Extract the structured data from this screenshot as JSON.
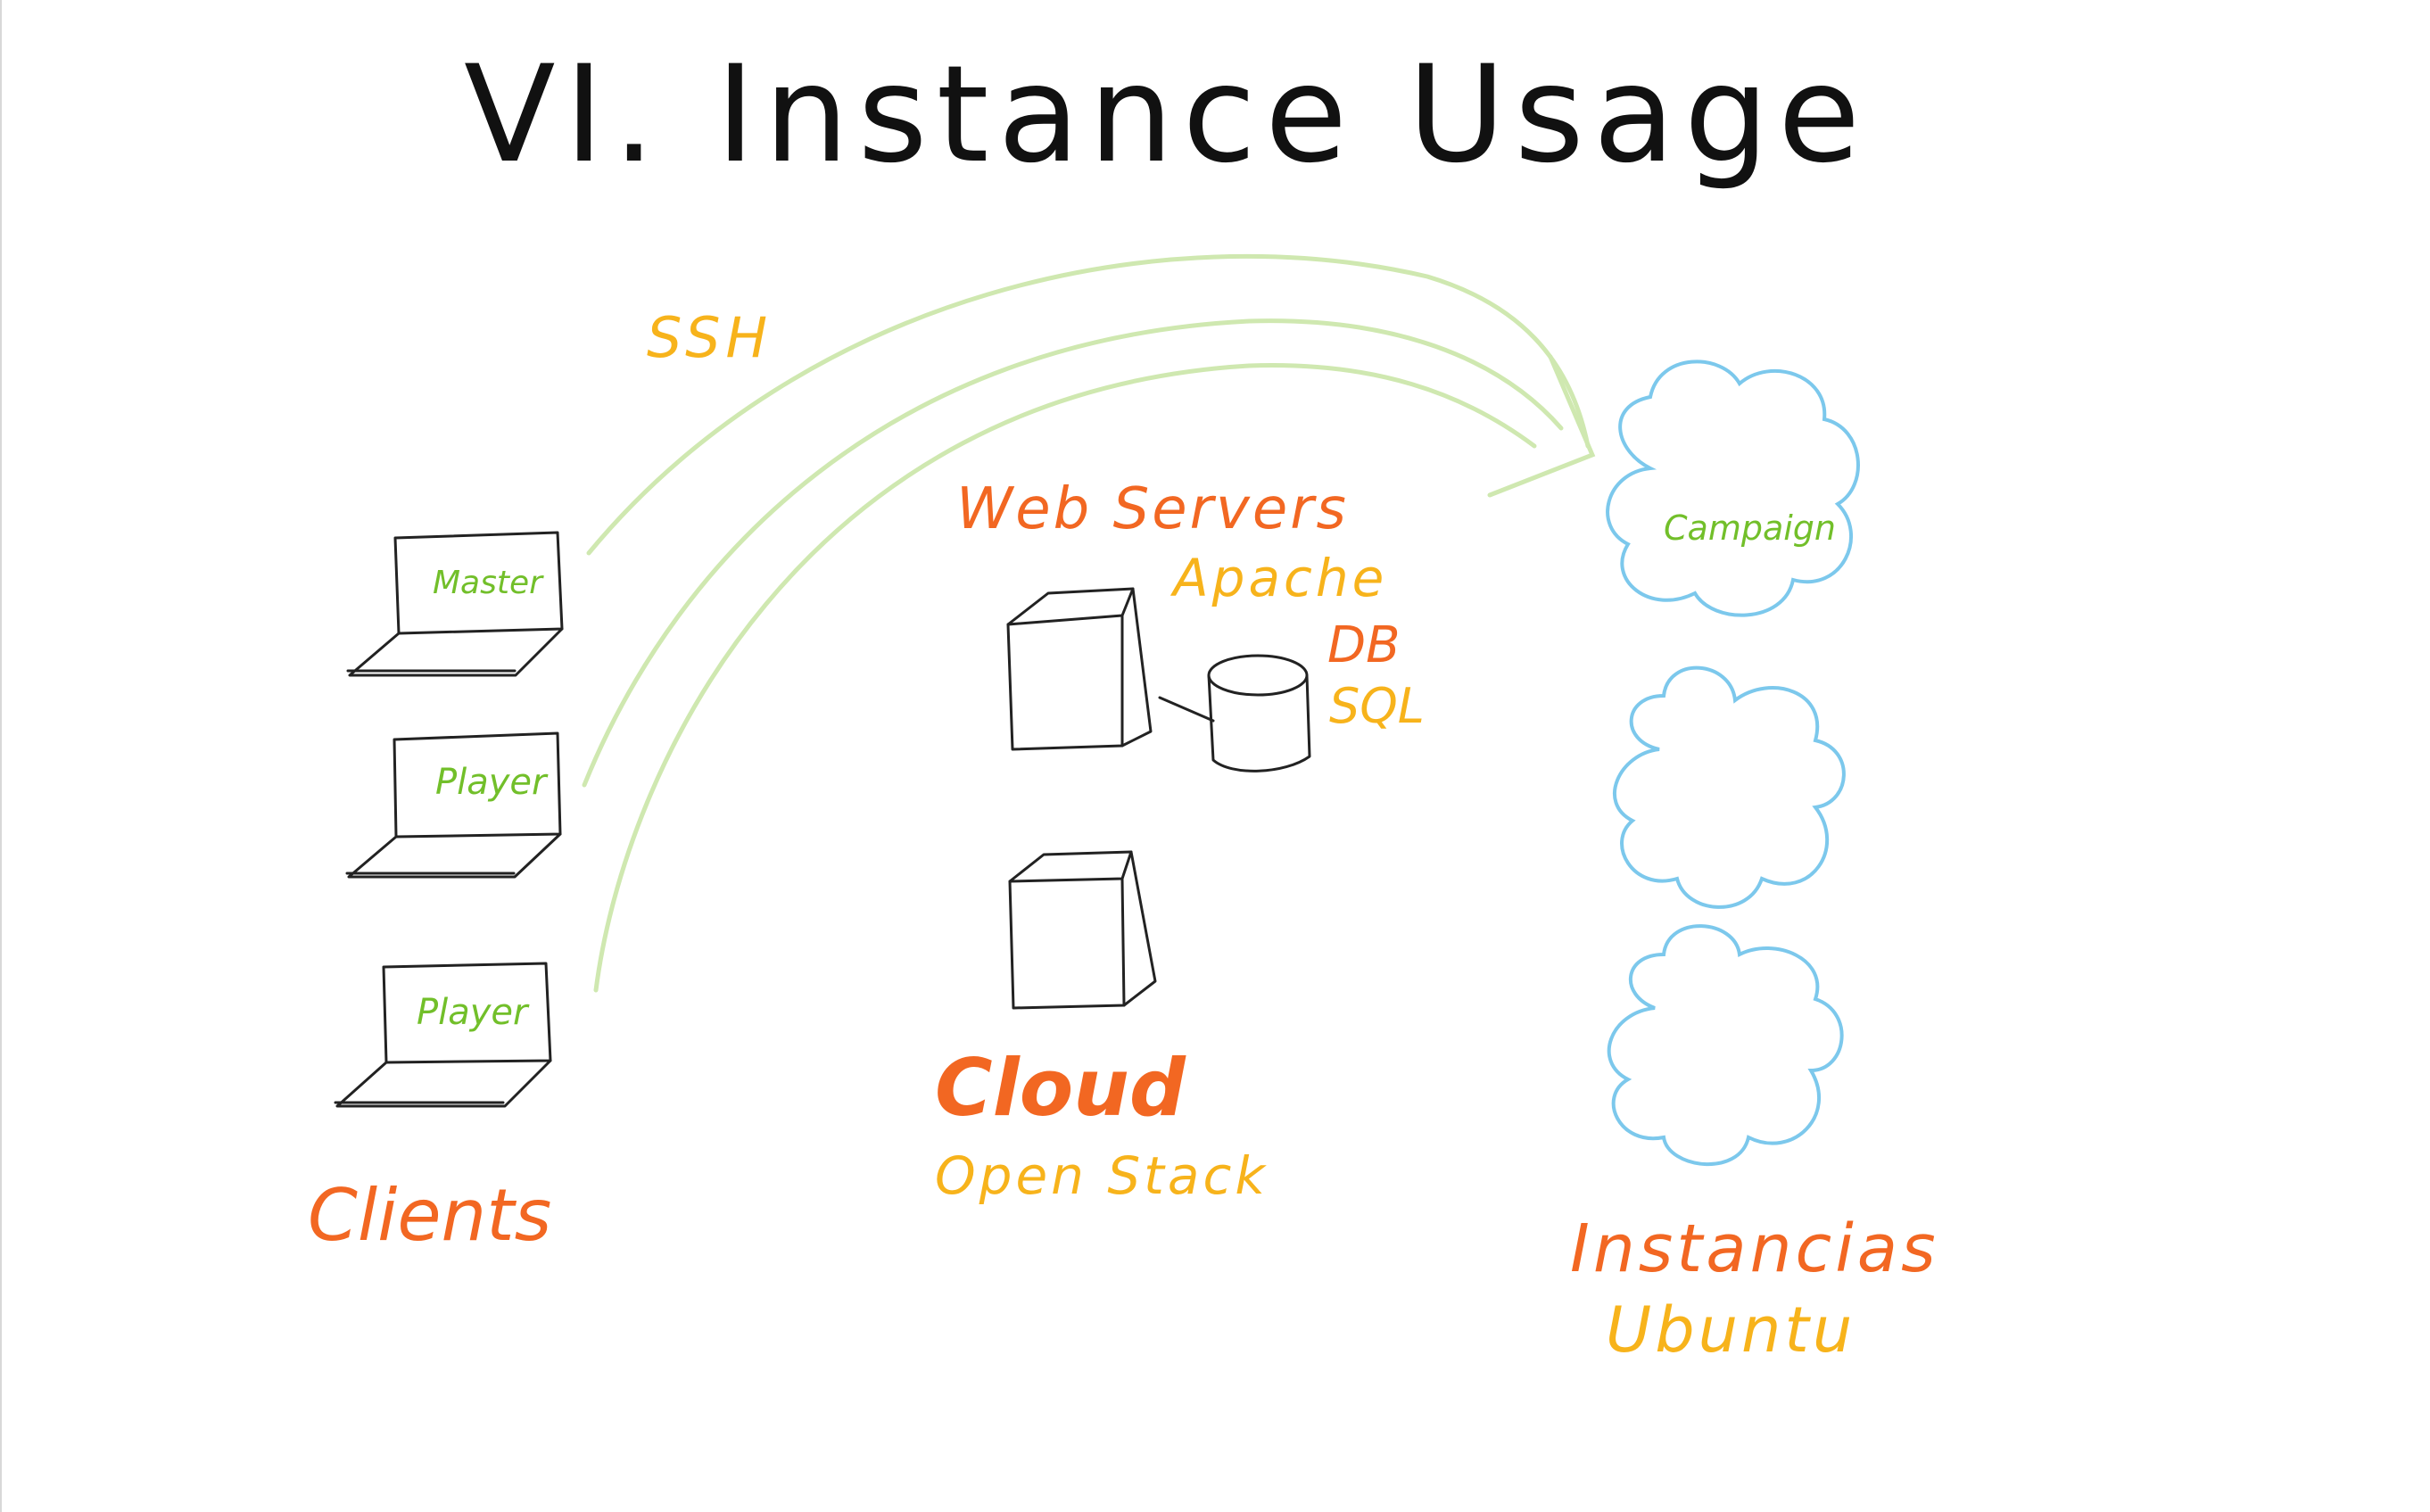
{
  "title": "VI. Instance Usage",
  "arrow_label": "SSH",
  "clients": {
    "label": "Clients",
    "laptops": [
      {
        "screen_label": "Master"
      },
      {
        "screen_label": "Player"
      },
      {
        "screen_label": "Player"
      }
    ]
  },
  "cloud": {
    "label": "Cloud",
    "sublabel": "Open Stack",
    "web_servers_label": "Web Servers",
    "web_servers_sublabel": "Apache",
    "db_label": "DB",
    "db_sublabel": "SQL"
  },
  "instances": {
    "label": "Instancias",
    "sublabel": "Ubuntu",
    "clouds": [
      {
        "label": "Campaign"
      },
      {
        "label": ""
      },
      {
        "label": ""
      }
    ]
  },
  "colors": {
    "orange": "#f26722",
    "amber": "#f7b31b",
    "green": "#72bf2a",
    "cloud_blue": "#7cc8ec",
    "arrow_green": "#cfe8b0",
    "ink": "#222222"
  },
  "icons": [
    "laptop-icon",
    "server-box-icon",
    "database-cylinder-icon",
    "cloud-icon",
    "arrow-icon"
  ]
}
